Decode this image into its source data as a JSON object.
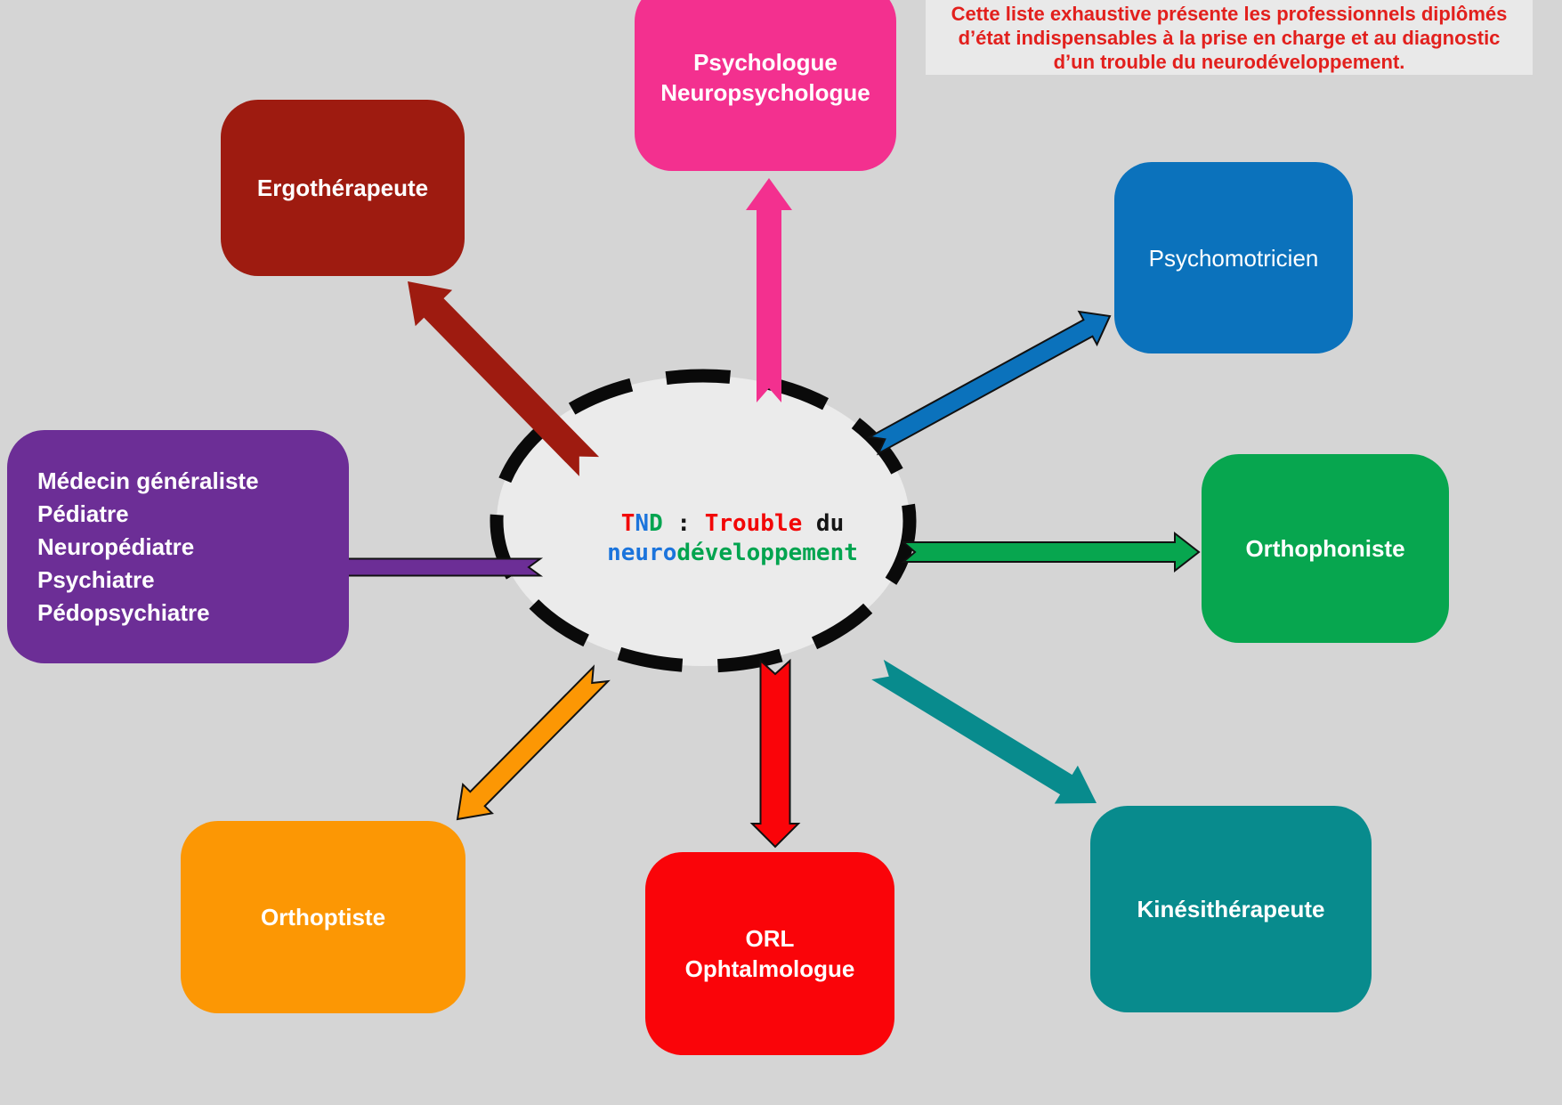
{
  "note": {
    "bg": "#E9E9E9",
    "color": "#E2201D",
    "lines": [
      "Cette liste exhaustive présente les professionnels diplômés",
      "d’état indispensables à la prise en charge et au diagnostic",
      "d’un trouble du neurodéveloppement."
    ]
  },
  "center": {
    "ellipse_fill": "#EBEBEB",
    "ring_color": "#0A0A0A",
    "palette": {
      "red": "#F20707",
      "blue": "#1B74DC",
      "green": "#01A44F",
      "black": "#151515"
    },
    "lines": [
      [
        {
          "t": "T",
          "c": "red"
        },
        {
          "t": "N",
          "c": "blue"
        },
        {
          "t": "D",
          "c": "green"
        },
        {
          "t": " : ",
          "c": "black"
        },
        {
          "t": "Trouble",
          "c": "red"
        },
        {
          "t": " du",
          "c": "black"
        }
      ],
      [
        {
          "t": "neuro",
          "c": "blue"
        },
        {
          "t": "développement",
          "c": "green"
        }
      ]
    ]
  },
  "boxes": [
    {
      "id": "psychologue",
      "color": "#F3308F",
      "lines": [
        "Psychologue",
        "Neuropsychologue"
      ]
    },
    {
      "id": "ergotherapeute",
      "color": "#9E1B10",
      "lines": [
        "Ergothérapeute"
      ]
    },
    {
      "id": "psychomotricien",
      "color": "#0B72BC",
      "lines": [
        "Psychomotricien"
      ]
    },
    {
      "id": "medecins",
      "color": "#6C2E96",
      "lines": [
        "Médecin généraliste",
        "Pédiatre",
        "Neuropédiatre",
        "Psychiatre",
        "Pédopsychiatre"
      ]
    },
    {
      "id": "orthophoniste",
      "color": "#07A64F",
      "lines": [
        "Orthophoniste"
      ]
    },
    {
      "id": "orthoptiste",
      "color": "#FC9704",
      "lines": [
        "Orthoptiste"
      ]
    },
    {
      "id": "orl",
      "color": "#FA0409",
      "lines": [
        "ORL",
        "Ophtalmologue"
      ]
    },
    {
      "id": "kinesitherapeute",
      "color": "#088B8D",
      "lines": [
        "Kinésithérapeute"
      ]
    }
  ],
  "arrows": [
    {
      "id": "psychologue",
      "color": "#F3308F"
    },
    {
      "id": "ergotherapeute",
      "color": "#9E1B10"
    },
    {
      "id": "psychomotricien",
      "color": "#0B72BC"
    },
    {
      "id": "medecins",
      "color": "#6C2E96"
    },
    {
      "id": "orthophoniste",
      "color": "#07A64F"
    },
    {
      "id": "orthoptiste",
      "color": "#FC9704"
    },
    {
      "id": "orl",
      "color": "#FA0409"
    },
    {
      "id": "kinesitherapeute",
      "color": "#088B8D"
    }
  ]
}
